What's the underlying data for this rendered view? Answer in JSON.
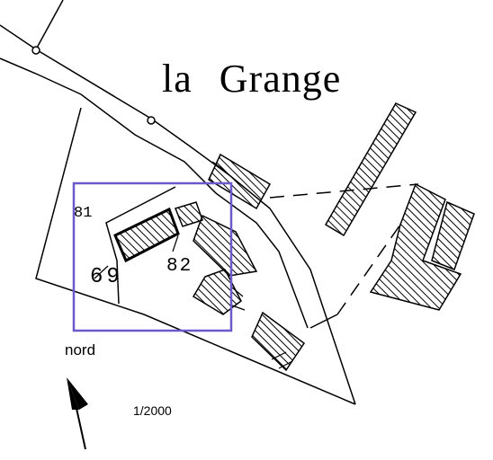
{
  "place_name": {
    "word1": "la",
    "word2": "Grange"
  },
  "parcels": {
    "p81": "81",
    "p69": "69",
    "p82": "82"
  },
  "north_label": "nord",
  "scale_label": "1/2000",
  "colors": {
    "ink": "#000000",
    "highlight": "#6a5acd",
    "paper": "#ffffff"
  },
  "icons": {
    "north_arrow": "north-arrow-icon",
    "road_marker": "circle-marker-icon"
  }
}
